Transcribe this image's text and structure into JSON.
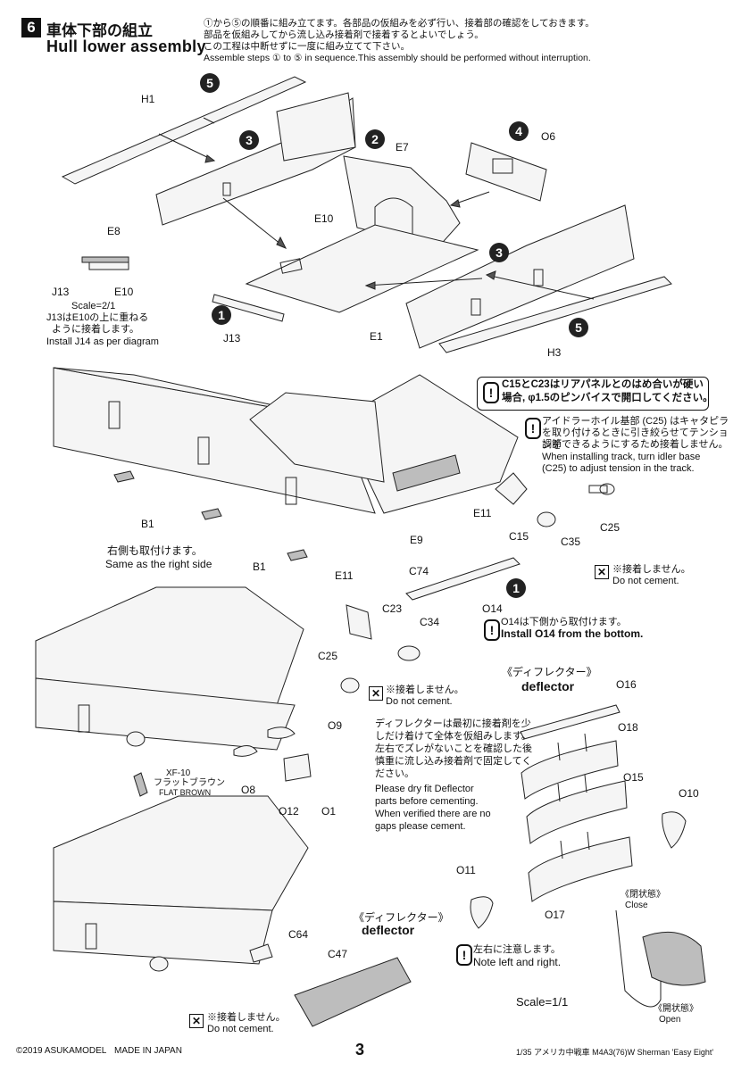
{
  "header": {
    "step_number": "6",
    "title_jp": "車体下部の組立",
    "title_en": "Hull lower assembly",
    "intro_lines": [
      "①から⑤の順番に組み立てます。各部品の仮組みを必ず行い、接着部の確認をしておきます。",
      "部品を仮組みしてから流し込み接着剤で接着するとよいでしょう。",
      "この工程は中断せずに一度に組み立てて下さい。",
      "Assemble steps ① to ⑤ in sequence.This assembly should be performed without interruption."
    ]
  },
  "top_section": {
    "parts": {
      "h1": "H1",
      "e8": "E8",
      "e7": "E7",
      "o6": "O6",
      "e10": "E10",
      "j13": "J13",
      "e1": "E1",
      "h3": "H3"
    },
    "step_badges": [
      "5",
      "3",
      "2",
      "4",
      "3",
      "1",
      "5"
    ],
    "detail": {
      "j13": "J13",
      "e10": "E10",
      "scale": "Scale=2/1",
      "note_jp_1": "J13はE10の上に重ねる",
      "note_jp_2": "ように接着します。",
      "note_en": "Install J14 as per diagram"
    }
  },
  "middle_section": {
    "warning_box_jp_1": "C15とC23はリアパネルとのはめ合いが硬い",
    "warning_box_jp_2": "場合, φ1.5のピンバイスで開口してください。",
    "idler_jp_1": "アイドラーホイル基部 (C25) はキャタピラ",
    "idler_jp_2": "を取り付けるときに引き絞らせてテンションを",
    "idler_jp_3": "調節できるようにするため接着しません。",
    "idler_en_1": "When installing track, turn idler base",
    "idler_en_2": "(C25) to adjust tension in the track.",
    "parts": {
      "b1a": "B1",
      "b1b": "B1",
      "e11a": "E11",
      "e11b": "E11",
      "e9": "E9",
      "c74": "C74",
      "c15": "C15",
      "c35": "C35",
      "c25": "C25",
      "o14": "O14"
    },
    "same_jp": "右側も取付けます。",
    "same_en": "Same as the right side",
    "no_cement_jp": "※接着しません。",
    "no_cement_en": "Do not cement.",
    "o14_jp": "O14は下側から取付けます。",
    "o14_en": "Install O14 from the bottom.",
    "badge": "1"
  },
  "lower_section": {
    "parts": {
      "c23": "C23",
      "c34": "C34",
      "c25": "C25",
      "o9": "O9",
      "o8": "O8",
      "o12": "O12",
      "o1": "O1",
      "c64": "C64",
      "c47": "C47"
    },
    "paint_code": "XF-10",
    "paint_jp": "フラットブラウン",
    "paint_en": "FLAT BROWN",
    "no_cement_jp": "※接着しません。",
    "no_cement_en": "Do not cement.",
    "deflector_jp": "《ディフレクター》",
    "deflector_en": "deflector",
    "deflector_parts": {
      "o16": "O16",
      "o18": "O18",
      "o15": "O15",
      "o10": "O10",
      "o11": "O11",
      "o17": "O17"
    },
    "dry_fit_jp_1": "ディフレクターは最初に接着剤を少",
    "dry_fit_jp_2": "しだけ着けて全体を仮組みします。",
    "dry_fit_jp_3": "左右でズレがないことを確認した後",
    "dry_fit_jp_4": "慎重に流し込み接着剤で固定してく",
    "dry_fit_jp_5": "ださい。",
    "dry_fit_en_1": "Please dry fit Deflector",
    "dry_fit_en_2": "parts before cementing.",
    "dry_fit_en_3": "When verified there are no",
    "dry_fit_en_4": "gaps please cement.",
    "note_lr_jp": "左右に注意します。",
    "note_lr_en": "Note left and right.",
    "close_jp": "《閉状態》",
    "close_en": "Close",
    "open_jp": "《開状態》",
    "open_en": "Open",
    "scale": "Scale=1/1",
    "bottom_deflector_jp": "《ディフレクター》",
    "bottom_deflector_en": "deflector"
  },
  "footer": {
    "copyright": "©2019 ASUKAMODEL",
    "made_in": "MADE IN JAPAN",
    "page_number": "3",
    "kit_name": "1/35 アメリカ中戦車 M4A3(76)W Sherman 'Easy Eight'"
  }
}
